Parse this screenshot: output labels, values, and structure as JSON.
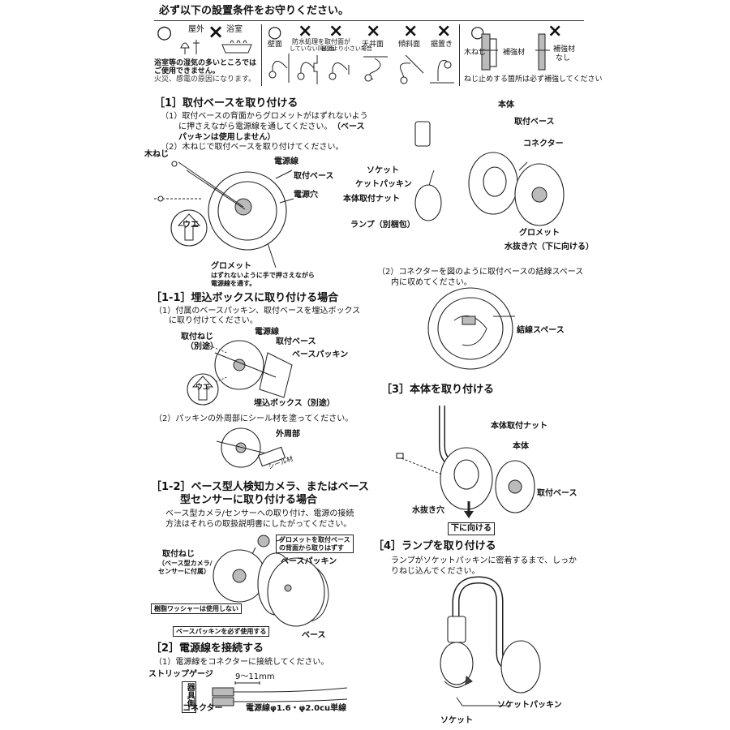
{
  "conditions": {
    "title": "必ず以下の設置条件をお守りください。",
    "ok_mark": "○",
    "ng_mark": "×",
    "outdoor": "屋外",
    "bathroom": "浴室",
    "bath_warning_1": "浴室等の湿気の多いところでは",
    "bath_warning_2": "ご使用できません。",
    "bath_warning_3": "火災、感電の原因になります。",
    "wall": "壁面",
    "no_waterproof_1": "防水処理を",
    "no_waterproof_2": "していない凹凸面",
    "small_surface_1": "取付面が",
    "small_surface_2": "器具より小さい場合",
    "ceiling": "天井面",
    "slope": "傾斜面",
    "floor": "据置き",
    "wood_screw": "木ねじ",
    "reinforce": "補強材",
    "no_reinforce_1": "補強材",
    "no_reinforce_2": "なし",
    "reinforce_note": "ねじ止めする箇所は必ず補強してください"
  },
  "s1": {
    "heading": "［1］取付ベースを取り付ける",
    "step1_a": "（1）取付ベースの背面からグロメットがはずれないよう",
    "step1_b": "に押さえながら電源線を通してください。",
    "step1_c": "（ベース",
    "step1_d": "パッキンは使用しません）",
    "step2": "（2）木ねじで取付ベースを取り付けてください。",
    "wood_screw": "木ねじ",
    "power_wire": "電源線",
    "base": "取付ベース",
    "power_hole": "電源穴",
    "up_mark": "ウエ",
    "grommet": "グロメット",
    "grommet_note_1": "はずれないように手で押さえながら",
    "grommet_note_2": "電源線を通す。"
  },
  "parts": {
    "body": "本体",
    "base": "取付ベース",
    "connector": "コネクター",
    "socket": "ソケット",
    "socket_packing": "ケットパッキン",
    "body_nut": "本体取付ナット",
    "lamp": "ランプ（別梱包）",
    "grommet": "グロメット",
    "drain": "水抜き穴（下に向ける）"
  },
  "s1b": {
    "step2_a": "（2）コネクターを図のように取付ベースの結線スペース",
    "step2_b": "内に収めてください。",
    "wiring_space": "結線スペース"
  },
  "s11": {
    "heading": "［1-1］埋込ボックスに取り付ける場合",
    "step1_a": "（1）付属のベースパッキン、取付ベースを埋込ボックス",
    "step1_b": "に取り付けてください。",
    "screw_1": "取付ねじ",
    "screw_2": "（別途）",
    "power_wire": "電源線",
    "base": "取付ベース",
    "base_packing": "ベースパッキン",
    "up_mark": "ウエ",
    "box": "埋込ボックス（別途）",
    "step2": "（2）パッキンの外周部にシール材を塗ってください。",
    "outer": "外周部",
    "sealant": "シール材"
  },
  "s12": {
    "heading_1": "［1-2］ベース型人検知カメラ、またはベース",
    "heading_2": "型センサーに取り付ける場合",
    "note_1": "ベース型カメラ/センサーへの取り付け、電源の接続",
    "note_2": "方法はそれらの取扱説明書にしたがってください。",
    "grommet_note_1": "グロメットを取付ベース",
    "grommet_note_2": "の背面から取りはずす",
    "screw_1": "取付ねじ",
    "screw_2": "（ベース型カメラ/",
    "screw_3": "センサーに付属）",
    "base_packing": "ベースパッキン",
    "washer_note": "樹脂ワッシャーは使用しない",
    "packing_note": "ベースパッキンを必ず使用する",
    "base": "ベース"
  },
  "s2": {
    "heading": "［2］電源線を接続する",
    "step1": "（1）電源線をコネクターに接続してください。",
    "strip_gauge": "ストリップゲージ",
    "length": "9～11mm",
    "fixture_side": "器具側",
    "connector": "コネクター",
    "wire_spec": "電源線φ1.6・φ2.0cu単線"
  },
  "s3": {
    "heading": "［3］本体を取り付ける",
    "body_nut": "本体取付ナット",
    "body": "本体",
    "drain": "水抜き穴",
    "base": "取付ベース",
    "face_down": "下に向ける"
  },
  "s4": {
    "heading": "［4］ランプを取り付ける",
    "note_1": "ランプがソケットパッキンに密着するまで、しっか",
    "note_2": "りねじ込んでください。",
    "socket_packing": "ソケットパッキン",
    "socket": "ソケット"
  }
}
